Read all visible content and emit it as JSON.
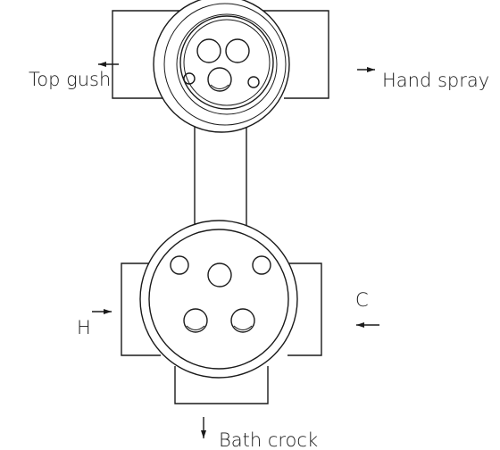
{
  "labels": {
    "top_gush": "Top gush",
    "hand_spray": "Hand spray",
    "hot": "H",
    "cold": "C",
    "bath_crock": "Bath crock"
  },
  "colors": {
    "line": "#1a1a1a",
    "background": "#ffffff"
  }
}
